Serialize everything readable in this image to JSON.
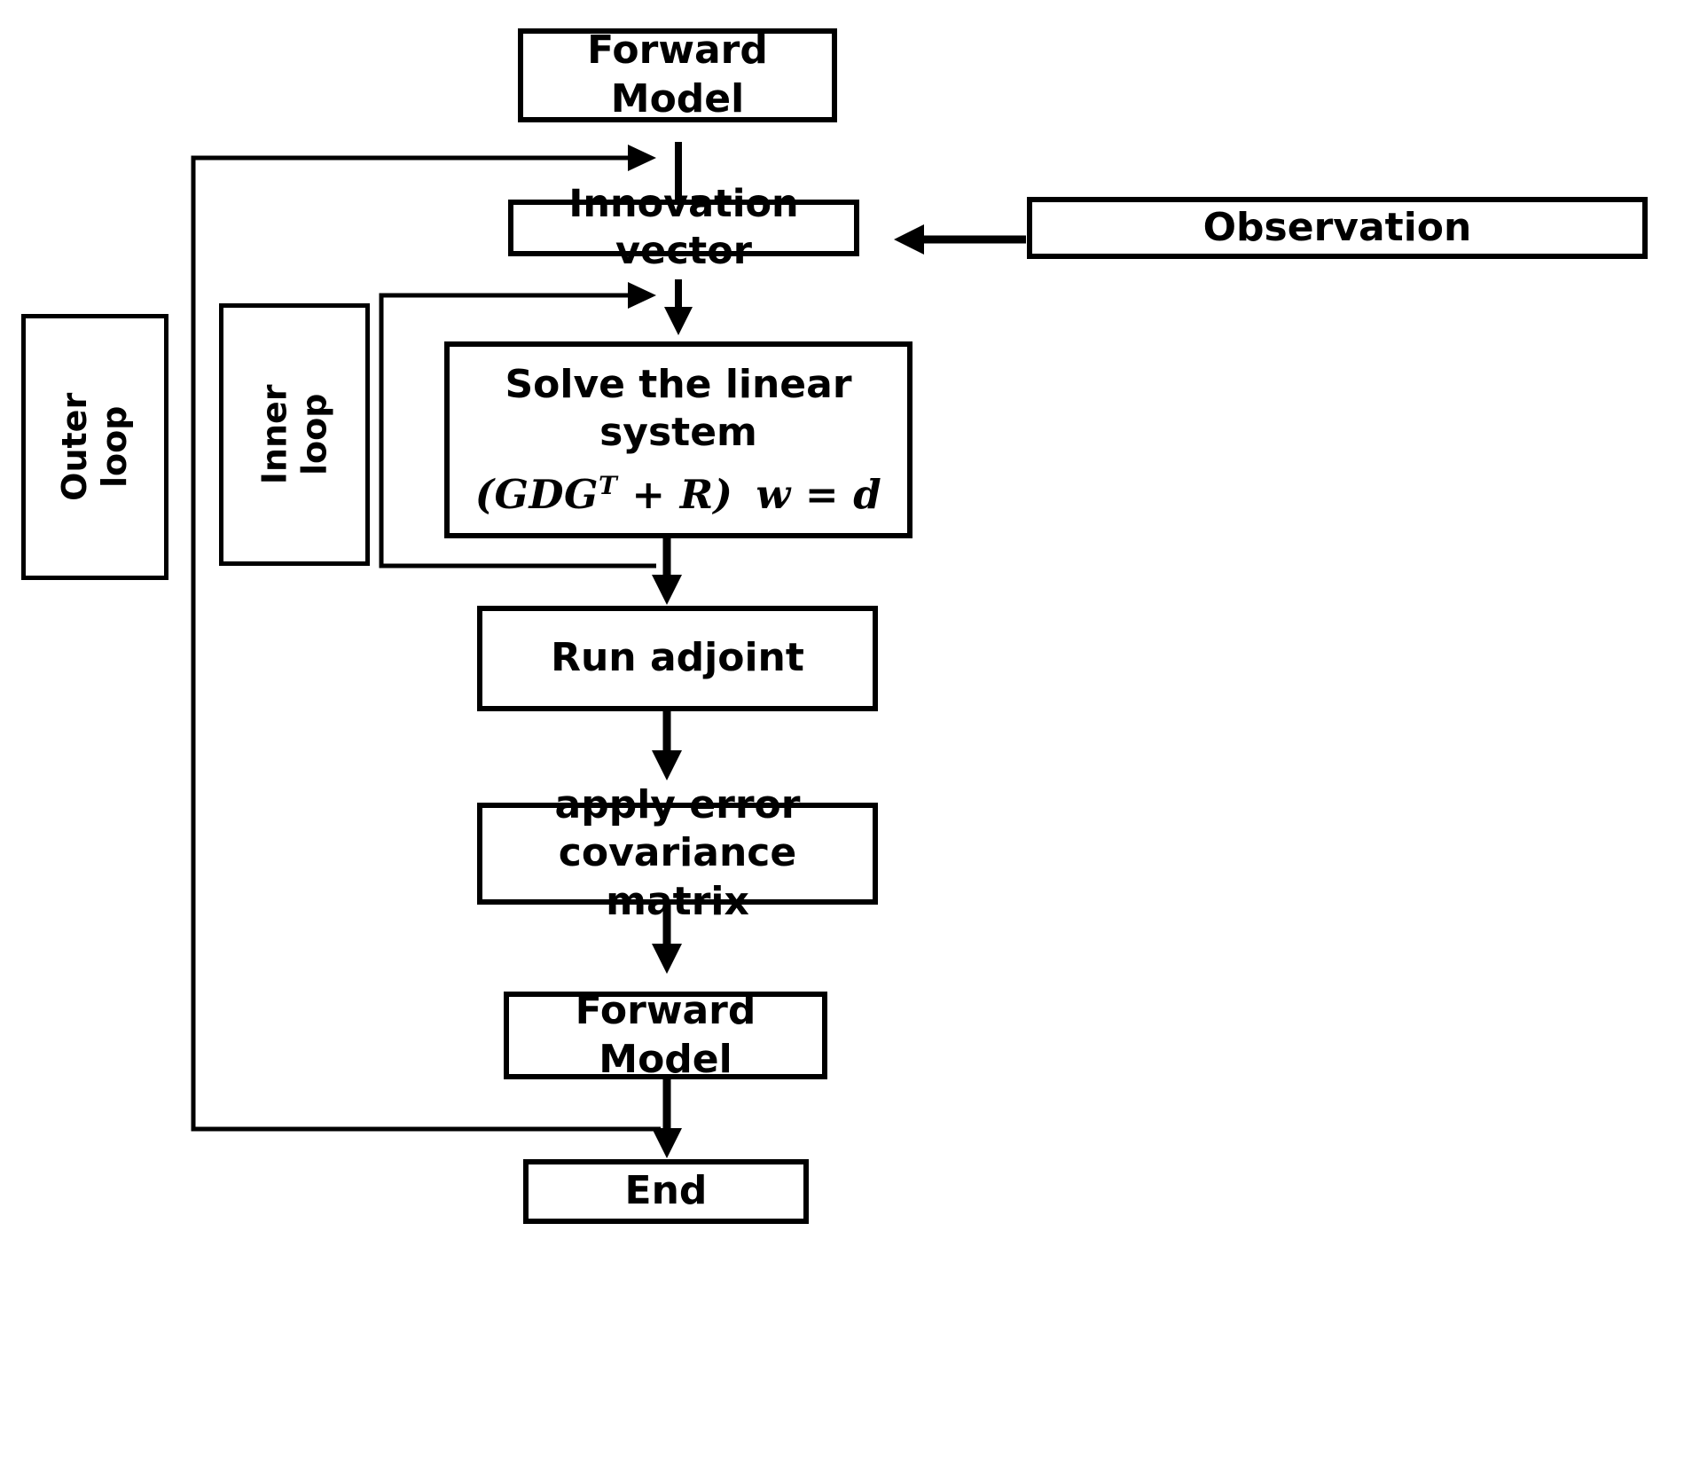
{
  "diagram": {
    "title": "Incremental 4D-Var assimilation flowchart",
    "line_color": "#000000",
    "background": "#ffffff",
    "nodes": {
      "forward_model_top": "Forward Model",
      "innovation_vector": "Innovation vector",
      "observation": "Observation",
      "solve_linear_system_line1": "Solve the linear system",
      "run_adjoint": "Run adjoint",
      "apply_error_line1": "apply error",
      "apply_error_line2": "covariance matrix",
      "forward_model_bottom": "Forward Model",
      "end": "End"
    },
    "equation": {
      "open_paren": "(",
      "matrix_gdg": "GDG",
      "transpose": "T",
      "plus": "+",
      "matrix_r": "R",
      "close_paren": ")",
      "vector_w": "w",
      "equals": "=",
      "vector_d": "d",
      "full_text": "(GDG^T + R) w = d"
    },
    "loops": {
      "outer_line1": "Outer",
      "outer_line2": "loop",
      "inner_line1": "Inner",
      "inner_line2": "loop"
    },
    "edges": [
      {
        "from": "forward_model_top",
        "to": "innovation_vector",
        "kind": "arrow-down"
      },
      {
        "from": "observation",
        "to": "innovation_vector",
        "kind": "arrow-left"
      },
      {
        "from": "innovation_vector",
        "to": "solve_linear_system",
        "kind": "arrow-down"
      },
      {
        "from": "solve_linear_system",
        "to": "run_adjoint",
        "kind": "arrow-down"
      },
      {
        "from": "run_adjoint",
        "to": "apply_error_covariance",
        "kind": "arrow-down"
      },
      {
        "from": "apply_error_covariance",
        "to": "forward_model_bottom",
        "kind": "arrow-down"
      },
      {
        "from": "forward_model_bottom",
        "to": "end",
        "kind": "arrow-down"
      },
      {
        "from": "inner_loop_return",
        "to": "solve_linear_system",
        "kind": "feedback-arrow"
      },
      {
        "from": "outer_loop_return",
        "to": "innovation_vector",
        "kind": "feedback-arrow"
      }
    ]
  }
}
